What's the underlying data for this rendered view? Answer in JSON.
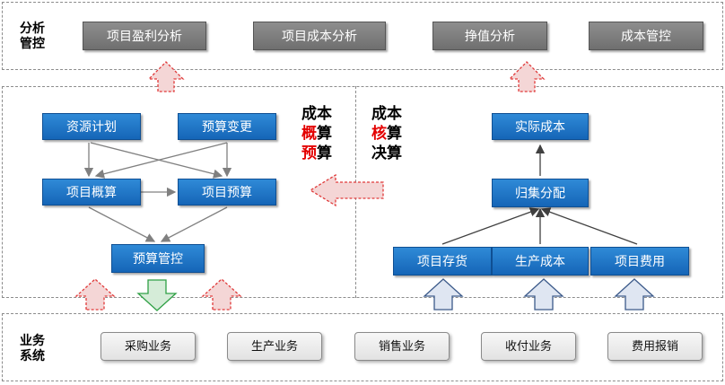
{
  "top": {
    "label_line1": "分析",
    "label_line2": "管控",
    "buttons": [
      "项目盈利分析",
      "项目成本分析",
      "挣值分析",
      "成本管控"
    ]
  },
  "left": {
    "resource_plan": "资源计划",
    "budget_change": "预算变更",
    "project_estimate": "项目概算",
    "project_budget": "项目预算",
    "budget_control": "预算管控"
  },
  "middle": {
    "left_col": [
      {
        "text": "成本",
        "emphasis": false
      },
      {
        "text": "概",
        "emphasis": true,
        "rest": "算"
      },
      {
        "text": "预",
        "emphasis": true,
        "rest": "算"
      }
    ],
    "right_col": [
      {
        "text": "成本",
        "emphasis": false
      },
      {
        "text": "核",
        "emphasis": true,
        "rest": "算"
      },
      {
        "text": "决算",
        "emphasis": false
      }
    ]
  },
  "right": {
    "actual_cost": "实际成本",
    "allocation": "归集分配",
    "project_inventory": "项目存货",
    "production_cost": "生产成本",
    "project_expense": "项目费用"
  },
  "bottom": {
    "label_line1": "业务",
    "label_line2": "系统",
    "buttons": [
      "采购业务",
      "生产业务",
      "销售业务",
      "收付业务",
      "费用报销"
    ]
  },
  "colors": {
    "blue": "#1a6fc4",
    "gray": "#7f7f7f",
    "red": "#e30000",
    "green": "#3aa84a",
    "navy": "#3c5a8a"
  }
}
